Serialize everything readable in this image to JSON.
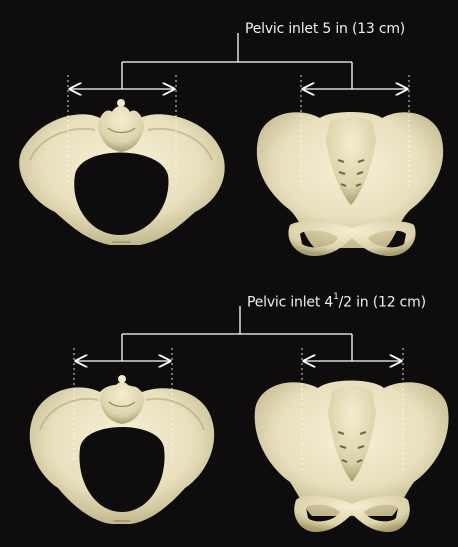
{
  "colors": {
    "background": "#0e0c0c",
    "bone": "#efe8cc",
    "bone_shade": "#c7bd93",
    "bone_dark": "#8f865f",
    "annotation": "#ffffff"
  },
  "panels": [
    {
      "label_text": "Pelvic inlet 5 in (13 cm)",
      "views": [
        "front-view-pelvis",
        "rear-view-pelvis"
      ]
    },
    {
      "label_prefix": "Pelvic inlet 4",
      "label_fraction_num": "1",
      "label_fraction_den": "/2",
      "label_suffix": " in (12 cm)",
      "views": [
        "front-view-pelvis",
        "rear-view-pelvis"
      ]
    }
  ]
}
